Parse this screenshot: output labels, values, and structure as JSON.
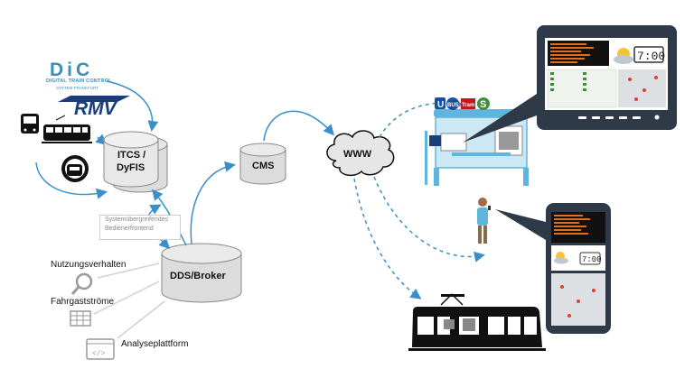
{
  "logos": {
    "dic": {
      "title": "DiC",
      "line1": "DIGITAL TRAIN CONTROL",
      "line2": "SYSTEM FRANKFURT"
    },
    "rmv": "RMV"
  },
  "nodes": {
    "itcs": {
      "line1": "ITCS /",
      "line2": "DyFIS"
    },
    "cms": "CMS",
    "www": "WWW",
    "dds": "DDS/Broker",
    "frontend": {
      "line1": "Systemübergreifendes",
      "line2": "Bedienerfrontend"
    }
  },
  "analytics": {
    "usage": "Nutzungsverhalten",
    "flows": "Fahrgastströme",
    "platform": "Analyseplattform"
  },
  "signs": {
    "u": "U",
    "bus": "BUS",
    "tram": "Tram",
    "s": "S"
  },
  "display": {
    "clock_large": "7:00",
    "clock_small": "7:00"
  },
  "colors": {
    "arrow_blue": "#3a8fc8",
    "dic_blue": "#3a8fb7",
    "shelter_blue": "#5fb6dd",
    "screen_dark": "#2e3a48"
  }
}
